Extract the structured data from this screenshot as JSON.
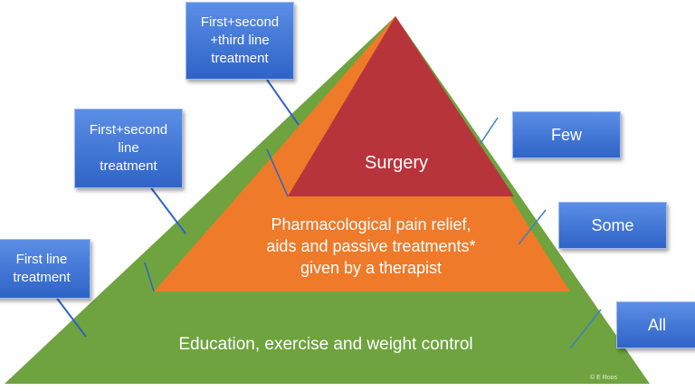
{
  "pyramid": {
    "levels": [
      {
        "label": "Education, exercise and weight control",
        "color": "#6ea33f"
      },
      {
        "label": "Pharmacological pain relief,\naids and passive treatments*\ngiven by a therapist",
        "color": "#ee7a2a"
      },
      {
        "label": "Surgery",
        "color": "#b8343b"
      }
    ],
    "callouts": [
      {
        "label": "First line\ntreatment"
      },
      {
        "label": "First+second\nline\ntreatment"
      },
      {
        "label": "First+second\n+third line\ntreatment"
      }
    ],
    "quantities": [
      {
        "label": "All"
      },
      {
        "label": "Some"
      },
      {
        "label": "Few"
      }
    ],
    "copyright": "© E Roos"
  }
}
